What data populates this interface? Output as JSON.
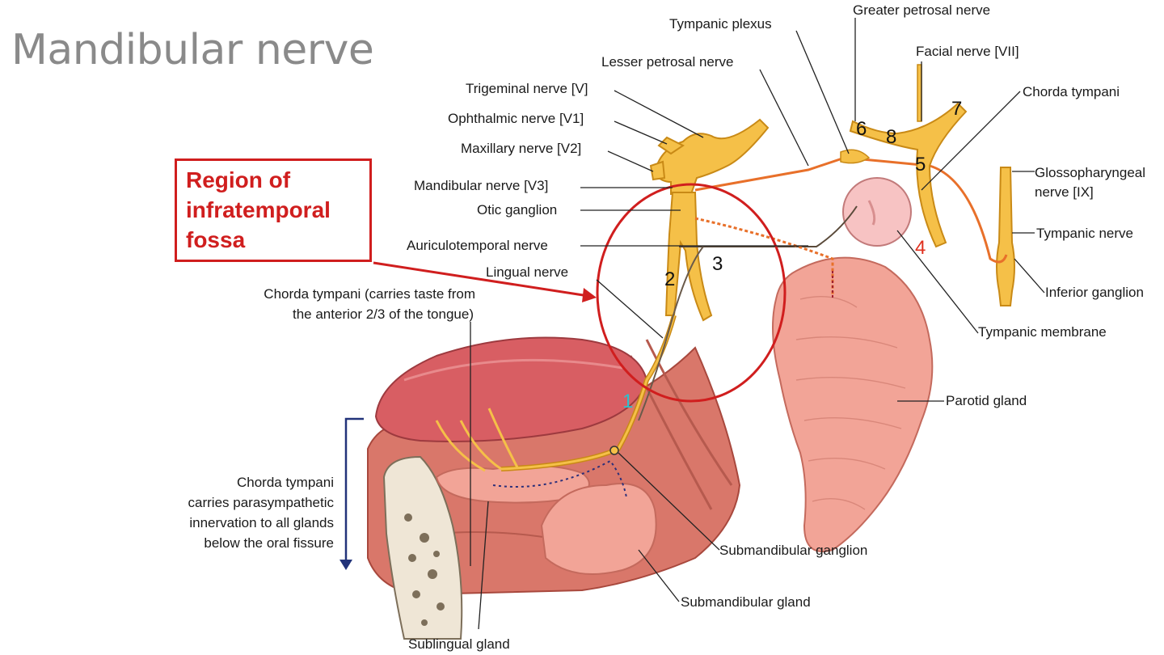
{
  "slide": {
    "title": "Mandibular nerve"
  },
  "callout": {
    "line1": "Region of",
    "line2": "infratemporal",
    "line3": "fossa"
  },
  "labels": {
    "greater_petrosal": "Greater petrosal nerve",
    "tympanic_plexus": "Tympanic plexus",
    "facial_nerve": "Facial nerve [VII]",
    "lesser_petrosal": "Lesser petrosal nerve",
    "trigeminal": "Trigeminal nerve [V]",
    "chorda_top": "Chorda tympani",
    "ophthalmic": "Ophthalmic nerve [V1]",
    "maxillary": "Maxillary nerve [V2]",
    "glossopharyngeal_1": "Glossopharyngeal",
    "glossopharyngeal_2": "nerve [IX]",
    "mandibular": "Mandibular nerve [V3]",
    "otic_ganglion": "Otic ganglion",
    "auriculotemporal": "Auriculotemporal nerve",
    "tympanic_nerve": "Tympanic nerve",
    "lingual": "Lingual nerve",
    "inferior_ganglion": "Inferior ganglion",
    "chorda_taste_1": "Chorda tympani (carries taste from",
    "chorda_taste_2": "the anterior 2/3 of the tongue)",
    "tympanic_membrane": "Tympanic membrane",
    "parotid": "Parotid gland",
    "chorda_para_1": "Chorda tympani",
    "chorda_para_2": "carries parasympathetic",
    "chorda_para_3": "innervation to all glands",
    "chorda_para_4": "below the oral fissure",
    "submandibular_ganglion": "Submandibular ganglion",
    "submandibular_gland": "Submandibular gland",
    "sublingual": "Sublingual gland"
  },
  "markers": {
    "n1": "1",
    "n2": "2",
    "n3": "3",
    "n4": "4",
    "n5": "5",
    "n6": "6",
    "n7": "7",
    "n8": "8"
  },
  "colors": {
    "nerve": "#f5c048",
    "nerve_outline": "#c98a16",
    "parasympathetic": "#e8702a",
    "gland": "#f2a497",
    "muscle": "#d9776a",
    "tongue": "#d85e63",
    "highlight": "#d01e1e",
    "marker_1": "#29c2cf",
    "marker_4": "#e0301e"
  }
}
